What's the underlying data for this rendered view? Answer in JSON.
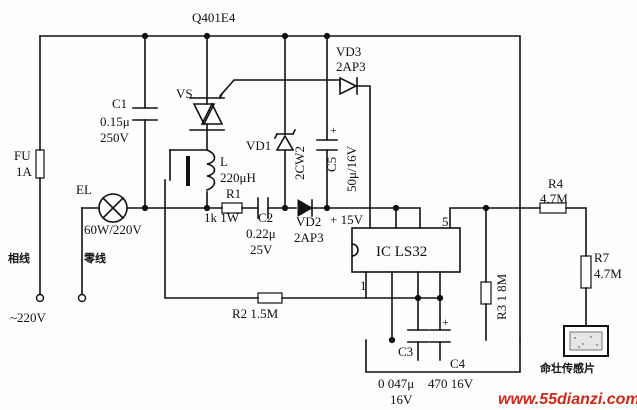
{
  "components": {
    "q401": "Q401E4",
    "c1_ref": "C1",
    "c1_val1": "0.15μ",
    "c1_val2": "250V",
    "vs": "VS",
    "vd1": "VD1",
    "zener": "2CW2",
    "c5_ref": "C5",
    "c5_val": "50μ/16V",
    "vd3_ref": "VD3",
    "vd3_type": "2AP3",
    "fu_ref": "FU",
    "fu_val": "1A",
    "el_ref": "EL",
    "el_val": "60W/220V",
    "l_ref": "L",
    "l_val": "220μH",
    "r1_ref": "R1",
    "r1_val": "1k 1W",
    "c2_ref": "C2",
    "c2_val1": "0.22μ",
    "c2_val2": "25V",
    "vd2_ref": "VD2",
    "vd2_type": "2AP3",
    "plus15v": "+ 15V",
    "ic": "IC LS32",
    "pin5": "5",
    "pin1": "1",
    "r4_ref": "R4",
    "r4_val": "4.7M",
    "r7_ref": "R7",
    "r7_val": "4.7M",
    "r3": "R3 1 8M",
    "r2": "R2 1.5M",
    "c3_ref": "C3",
    "c3_val1": "0 047μ",
    "c3_val2": "16V",
    "c4_ref": "C4",
    "c4_val": "470 16V",
    "plus_mark": "+",
    "phase_line": "相线",
    "neutral_line": "零线",
    "mains": "~220V",
    "sensor": "命壮传感片"
  },
  "watermark": "www.55dianzi.com",
  "colors": {
    "ink": "#111111",
    "watermark": "#d0261b"
  }
}
